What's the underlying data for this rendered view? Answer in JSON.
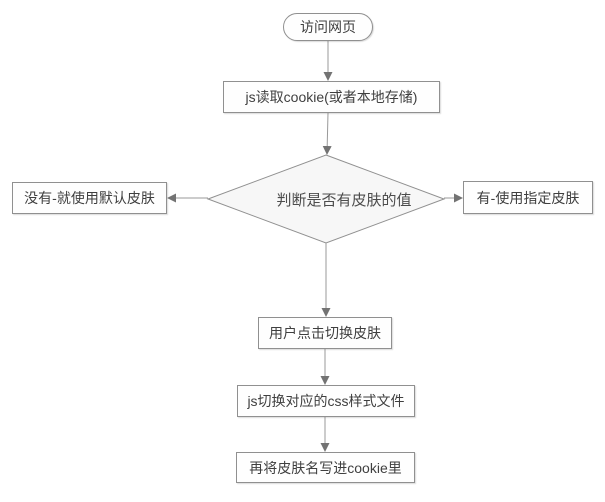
{
  "flowchart": {
    "title": "skin-switch-flowchart",
    "nodes": {
      "start": {
        "label": "访问网页",
        "shape": "stadium"
      },
      "read_cookie": {
        "label": "js读取cookie(或者本地存储)",
        "shape": "rect"
      },
      "decision": {
        "label": "判断是否有皮肤的值",
        "shape": "diamond"
      },
      "no_branch": {
        "label": "没有-就使用默认皮肤",
        "shape": "rect"
      },
      "yes_branch": {
        "label": "有-使用指定皮肤",
        "shape": "rect"
      },
      "user_click": {
        "label": "用户点击切换皮肤",
        "shape": "rect"
      },
      "switch_css": {
        "label": "js切换对应的css样式文件",
        "shape": "rect"
      },
      "write_cookie": {
        "label": "再将皮肤名写进cookie里",
        "shape": "rect"
      }
    },
    "edges": [
      {
        "from": "start",
        "to": "read_cookie"
      },
      {
        "from": "read_cookie",
        "to": "decision"
      },
      {
        "from": "decision",
        "to": "no_branch"
      },
      {
        "from": "decision",
        "to": "yes_branch"
      },
      {
        "from": "decision",
        "to": "user_click"
      },
      {
        "from": "user_click",
        "to": "switch_css"
      },
      {
        "from": "switch_css",
        "to": "write_cookie"
      }
    ],
    "colors": {
      "background": "#ffffff",
      "node_border": "#909090",
      "node_fill": "#fefefe",
      "diamond_fill": "#f7f7f7",
      "connector": "#999999",
      "arrowhead": "#737373",
      "text": "#3f3f3f"
    }
  }
}
